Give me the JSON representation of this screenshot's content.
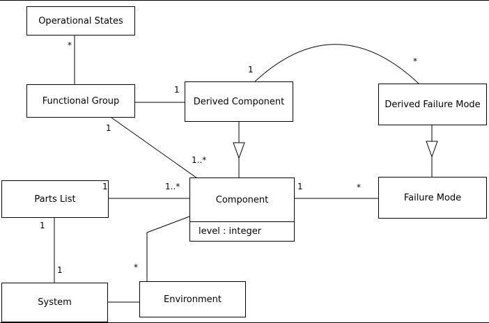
{
  "diagram": {
    "nodes": {
      "operational_states": {
        "label": "Operational States"
      },
      "functional_group": {
        "label": "Functional Group"
      },
      "derived_component": {
        "label": "Derived Component"
      },
      "derived_failure_mode": {
        "label": "Derived Failure Mode"
      },
      "parts_list": {
        "label": "Parts List"
      },
      "component": {
        "label": "Component",
        "attribute": "level : integer"
      },
      "failure_mode": {
        "label": "Failure Mode"
      },
      "system": {
        "label": "System"
      },
      "environment": {
        "label": "Environment"
      }
    },
    "multiplicities": {
      "os_to_fg_star": "*",
      "fg_to_dc_one": "1",
      "dc_arc_one": "1",
      "dfm_arc_star": "*",
      "fg_to_comp_one": "1",
      "fg_to_comp_many": "1..*",
      "pl_to_comp_one": "1",
      "pl_to_comp_many": "1..*",
      "comp_to_fm_one": "1",
      "comp_to_fm_star": "*",
      "pl_to_sys_one_a": "1",
      "pl_to_sys_one_b": "1",
      "env_to_comp_star": "*"
    },
    "relationships": [
      {
        "from": "Operational States",
        "to": "Functional Group",
        "kind": "association",
        "mult_near_from": "*"
      },
      {
        "from": "Functional Group",
        "to": "Derived Component",
        "kind": "association",
        "mult_near_to": "1"
      },
      {
        "from": "Derived Component",
        "to": "Derived Failure Mode",
        "kind": "association",
        "mult_near_from": "1",
        "mult_near_to": "*"
      },
      {
        "from": "Derived Component",
        "to": "Component",
        "kind": "generalization"
      },
      {
        "from": "Derived Failure Mode",
        "to": "Failure Mode",
        "kind": "generalization"
      },
      {
        "from": "Functional Group",
        "to": "Component",
        "kind": "association",
        "mult_near_from": "1",
        "mult_near_to": "1..*"
      },
      {
        "from": "Parts List",
        "to": "Component",
        "kind": "association",
        "mult_near_from": "1",
        "mult_near_to": "1..*"
      },
      {
        "from": "Component",
        "to": "Failure Mode",
        "kind": "association",
        "mult_near_from": "1",
        "mult_near_to": "*"
      },
      {
        "from": "Parts List",
        "to": "System",
        "kind": "association",
        "mult_near_from": "1",
        "mult_near_to": "1"
      },
      {
        "from": "System",
        "to": "Environment",
        "kind": "association"
      },
      {
        "from": "Environment",
        "to": "Component",
        "kind": "association",
        "mult_near_from": "*"
      }
    ]
  }
}
